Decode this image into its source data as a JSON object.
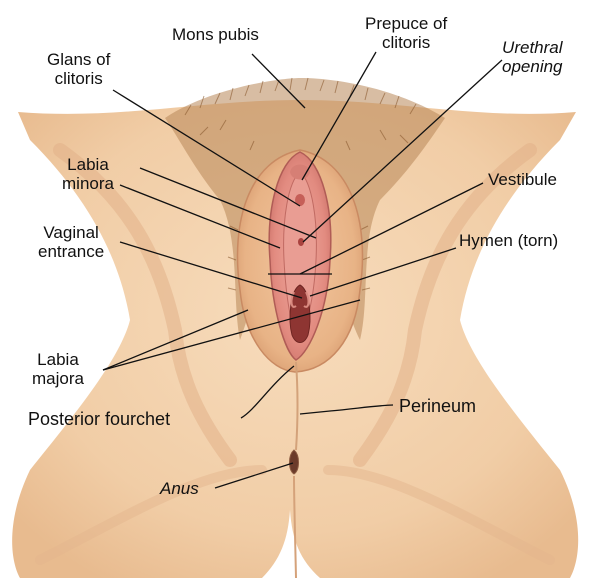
{
  "labels": {
    "mons_pubis": "Mons pubis",
    "prepuce_line1": "Prepuce of",
    "prepuce_line2": "clitoris",
    "glans_line1": "Glans of",
    "glans_line2": "clitoris",
    "urethral_line1": "Urethral",
    "urethral_line2": "opening",
    "labia_minora_line1": "Labia",
    "labia_minora_line2": "minora",
    "vestibule": "Vestibule",
    "vaginal_line1": "Vaginal",
    "vaginal_line2": "entrance",
    "hymen": "Hymen (torn)",
    "labia_majora_line1": "Labia",
    "labia_majora_line2": "majora",
    "posterior_fourchet": "Posterior fourchet",
    "perineum": "Perineum",
    "anus": "Anus"
  },
  "colors": {
    "background": "#ffffff",
    "skin": "#f3d2ac",
    "skin_shadow": "#dba77c",
    "mucosa": "#e48f86",
    "mucosa_dark": "#b4534e",
    "hair": "#9b6a3e",
    "leader_line": "#111111"
  }
}
